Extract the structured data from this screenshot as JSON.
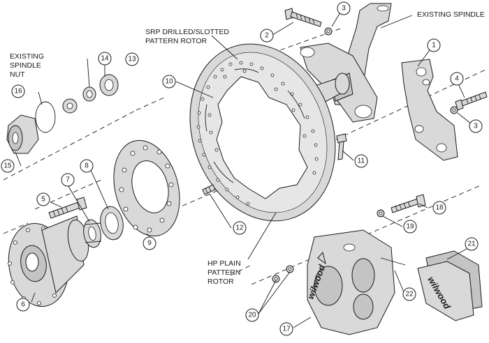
{
  "labels": {
    "existing_spindle": "EXISTING SPINDLE",
    "existing_spindle_nut": [
      "EXISTING",
      "SPINDLE",
      "NUT"
    ],
    "srp_rotor": [
      "SRP DRILLED/SLOTTED",
      "PATTERN ROTOR"
    ],
    "hp_rotor": [
      "HP PLAIN",
      "PATTERN",
      "ROTOR"
    ],
    "caliper_logo": "wilwood",
    "pad_logo": "wilwood"
  },
  "callouts": [
    "1",
    "2",
    "3",
    "3",
    "4",
    "5",
    "6",
    "7",
    "8",
    "9",
    "10",
    "11",
    "12",
    "13",
    "14",
    "15",
    "16",
    "17",
    "18",
    "19",
    "20",
    "21",
    "22"
  ]
}
